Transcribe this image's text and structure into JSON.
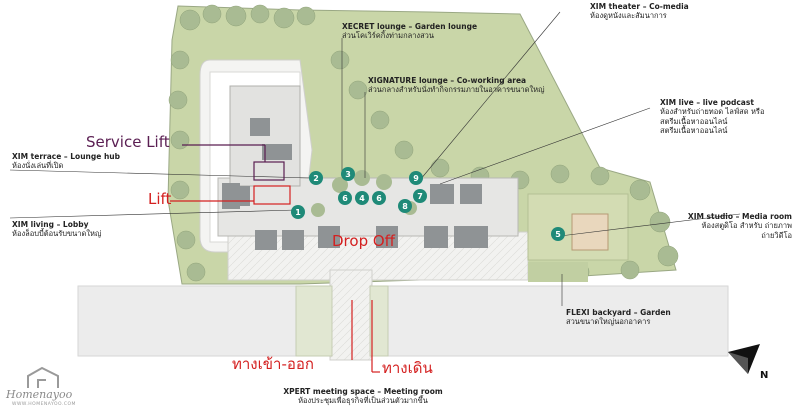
{
  "labels": {
    "xecret": {
      "title": "XECRET lounge – Garden lounge",
      "sub": "ส่วนโคเวิร์คกิ้งท่ามกลางสวน"
    },
    "xim_theater": {
      "title": "XIM theater – Co-media",
      "sub": "ห้องดูหนังและสัมนาการ"
    },
    "xignature": {
      "title": "XIGNATURE lounge – Co-working area",
      "sub": "ส่วนกลางสำหรับนั่งทำกิจกรรมภายในอาคารขนาดใหญ่"
    },
    "xim_live": {
      "title": "XIM live – live podcast",
      "sub1": "ห้องสำหรับถ่ายทอด ไลฟ์สด หรือ",
      "sub2": "สตรีมเนื้อหาออนไลน์",
      "sub3": "สตรีมเนื้อหาออนไลน์"
    },
    "xim_terrace": {
      "title": "XIM terrace – Lounge hub",
      "sub": "ห้องนั่งเล่นที่เปิด"
    },
    "xim_living": {
      "title": "XIM living – Lobby",
      "sub": "ห้องล็อบบี้ต้อนรับขนาดใหญ่"
    },
    "xim_studio": {
      "title": "XIM studio – Media room",
      "sub1": "ห้องสตูดิโอ สำหรับ ถ่ายภาพ",
      "sub2": "ถ่ายวิดีโอ"
    },
    "flexi": {
      "title": "FLEXI backyard – Garden",
      "sub": "สวนขนาดใหญ่นอกอาคาร"
    },
    "xpert": {
      "title": "XPERT meeting space – Meeting room",
      "sub": "ห้องประชุมเพื่อธุรกิจที่เป็นส่วนตัวมากขึ้น"
    }
  },
  "callouts": {
    "service_lift": "Service Lift",
    "lift": "Lift",
    "drop_off": "Drop Off",
    "entrance": "ทางเข้า-ออก",
    "walkway": "ทางเดิน"
  },
  "markers": [
    {
      "num": "1"
    },
    {
      "num": "2"
    },
    {
      "num": "3"
    },
    {
      "num": "4"
    },
    {
      "num": "5"
    },
    {
      "num": "6"
    },
    {
      "num": "6"
    },
    {
      "num": "7"
    },
    {
      "num": "8"
    },
    {
      "num": "9"
    }
  ],
  "compass": {
    "letter": "N"
  },
  "logo": {
    "brand": "Homenayoo",
    "url": "WWW.HOMENAYOO.COM"
  },
  "colors": {
    "marker": "#1f8a78",
    "callout_red": "#d42020",
    "callout_purple": "#5a1e52",
    "tree": "#9fb38a",
    "lawn": "#c9d6a8"
  }
}
